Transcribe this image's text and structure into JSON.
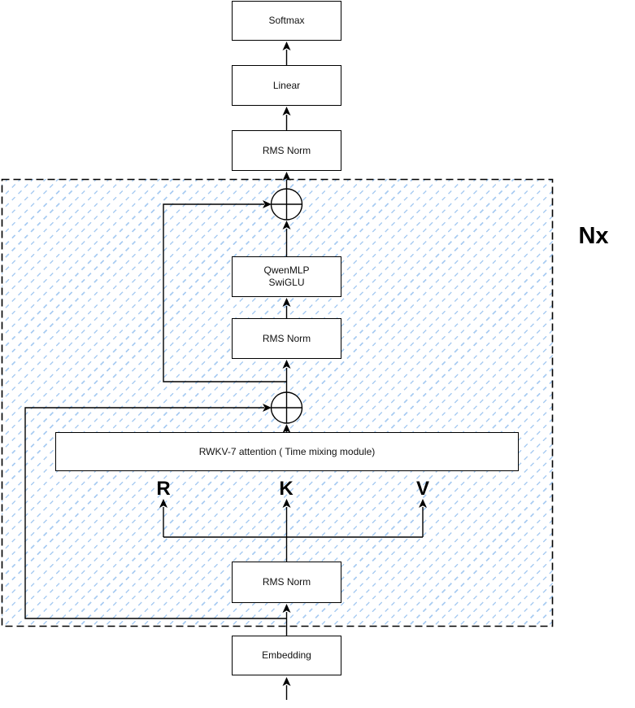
{
  "nodes": {
    "softmax": {
      "label": "Softmax"
    },
    "linear": {
      "label": "Linear"
    },
    "rms_norm_top": {
      "label": "RMS Norm"
    },
    "mlp": {
      "line1": "QwenMLP",
      "line2": "SwiGLU"
    },
    "rms_norm_mid": {
      "label": "RMS Norm"
    },
    "attention": {
      "label": "RWKV-7 attention ( Time mixing module)"
    },
    "rms_norm_bottom": {
      "label": "RMS Norm"
    },
    "embedding": {
      "label": "Embedding"
    }
  },
  "annotations": {
    "repeat_count": "Nx",
    "receptance": "R",
    "key": "K",
    "value": "V"
  },
  "icons": {
    "add_node": "circle-plus"
  },
  "colors": {
    "hatch_blue": "#a9ccf2",
    "stroke": "#000000",
    "box_fill": "#ffffff",
    "background": "#ffffff"
  }
}
